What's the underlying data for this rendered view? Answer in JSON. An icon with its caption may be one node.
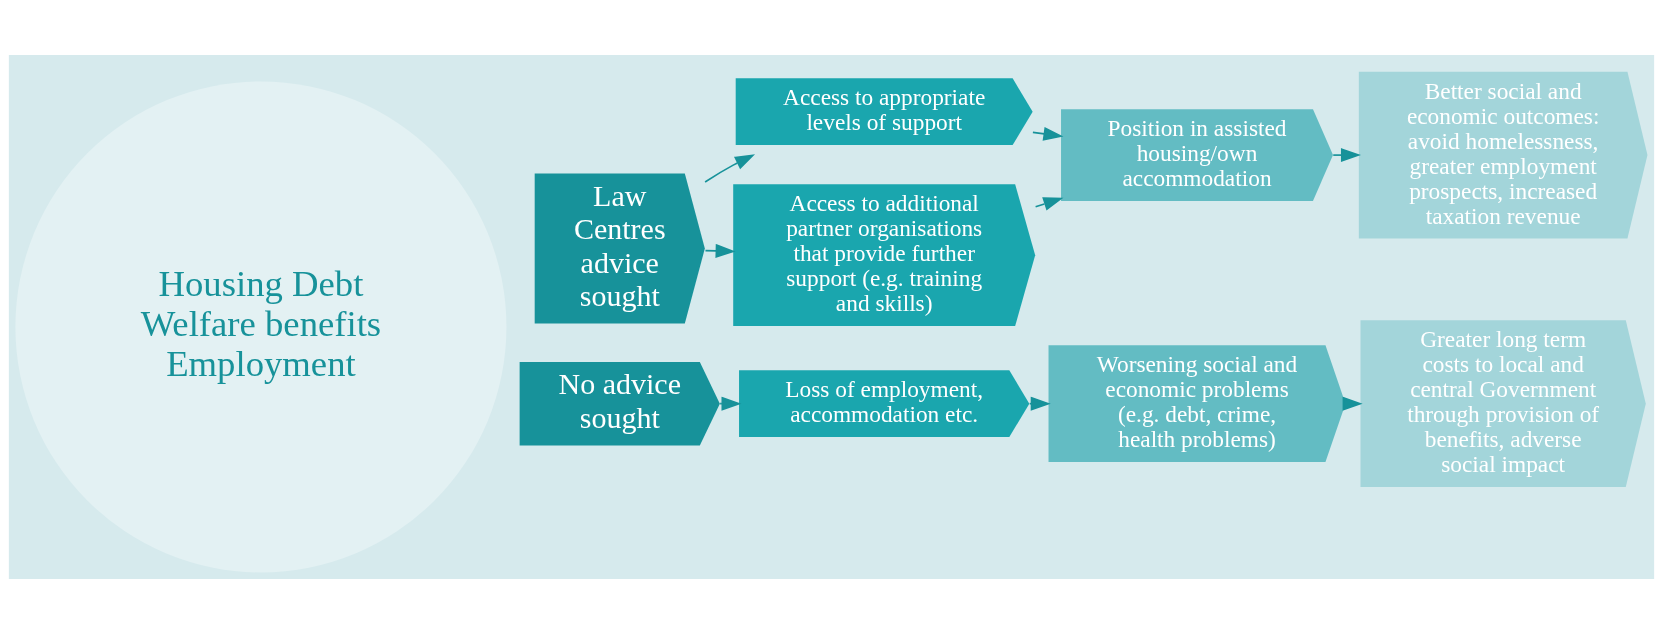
{
  "diagram": {
    "nodes": [
      {
        "text": [
          "Housing Debt Welfare benefits Employment"
        ]
      },
      {
        "text": [
          "Law Centres advice sought"
        ]
      },
      {
        "text": [
          "Access to appropriate levels of support"
        ]
      },
      {
        "text": [
          "Access to additional partner organisations that provide further support (e.g. training and skills)"
        ]
      },
      {
        "text": [
          "Position in assisted housing/own accommodation"
        ]
      },
      {
        "text": [
          "Better social and economic outcomes: avoid homelessness, greater employment prospects, increased taxation revenue"
        ]
      },
      {
        "text": [
          "No advice sought"
        ]
      },
      {
        "text": [
          "Loss of employment, accommodation etc."
        ]
      },
      {
        "text": [
          "Worsening social and economic problems (e.g. debt, crime, health problems)"
        ]
      },
      {
        "text": [
          "Greater long term costs to local and central Government through provision of benefits, adverse social impact"
        ]
      }
    ],
    "edges": [
      {
        "from": 1,
        "to": 2,
        "arrow": "to"
      },
      {
        "from": 1,
        "to": 3,
        "arrow": "to"
      },
      {
        "from": 2,
        "to": 4,
        "arrow": "to"
      },
      {
        "from": 3,
        "to": 4,
        "arrow": "to"
      },
      {
        "from": 4,
        "to": 5,
        "arrow": "to"
      },
      {
        "from": 6,
        "to": 7,
        "arrow": "to"
      },
      {
        "from": 7,
        "to": 8,
        "arrow": "to"
      },
      {
        "from": 8,
        "to": 9,
        "arrow": "to"
      }
    ]
  }
}
